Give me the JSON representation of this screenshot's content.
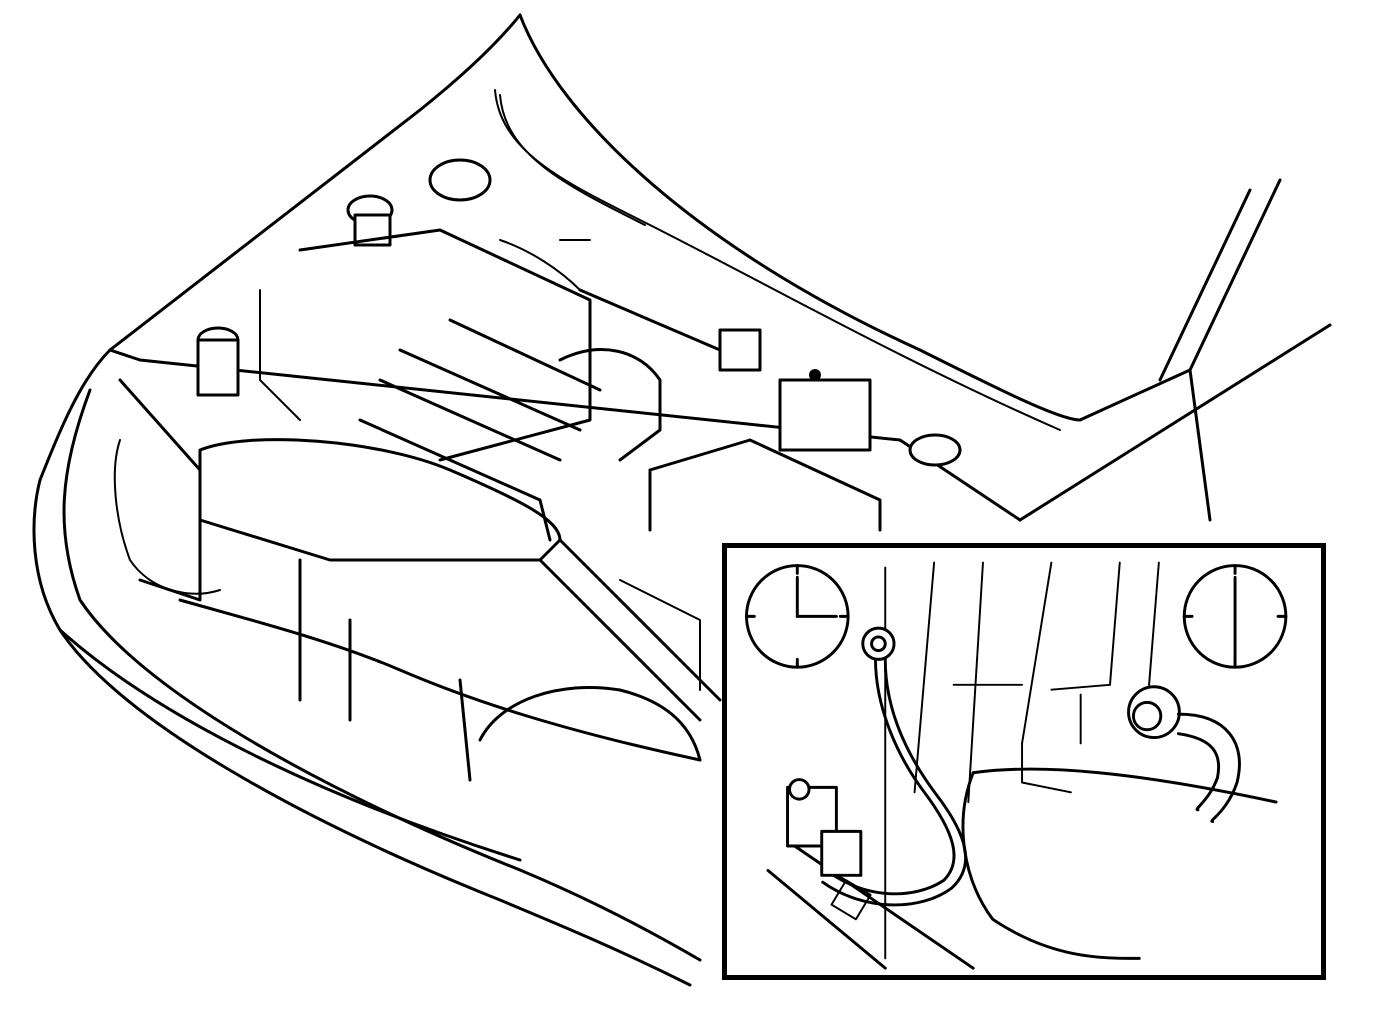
{
  "figure": {
    "kind": "line-art",
    "subject": "engine-compartment-with-open-hood",
    "line_color": "#000000",
    "background_color": "#ffffff"
  },
  "inset": {
    "left_clock": {
      "hour_hand": "3",
      "minute_hand": "12"
    },
    "right_clock": {
      "hour_hand": "6",
      "minute_hand": "12"
    }
  }
}
